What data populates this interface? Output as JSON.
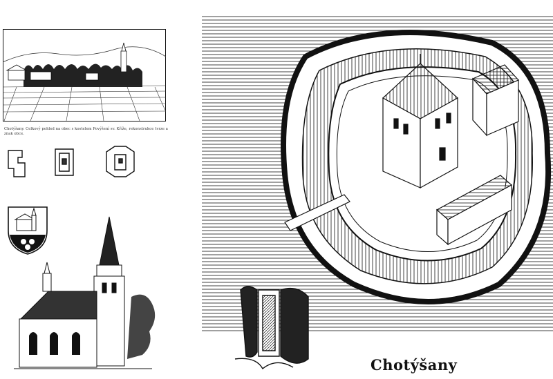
{
  "page": {
    "title": "Chotýšany",
    "caption": "Chotýšany. Celkový pohled na obec s kostelem Povýšení sv. Kříže, rekonstrukce tvrze a znak obce."
  },
  "figures": {
    "village_view": "village-landscape",
    "tower_plans": "fortress-ground-plans",
    "coat_of_arms": "municipal-coat-of-arms",
    "church": "church-drawing",
    "fortress": "fortress-reconstruction",
    "initial": "ornamental-initial-letter"
  },
  "colors": {
    "ink": "#111111",
    "paper": "#ffffff"
  }
}
